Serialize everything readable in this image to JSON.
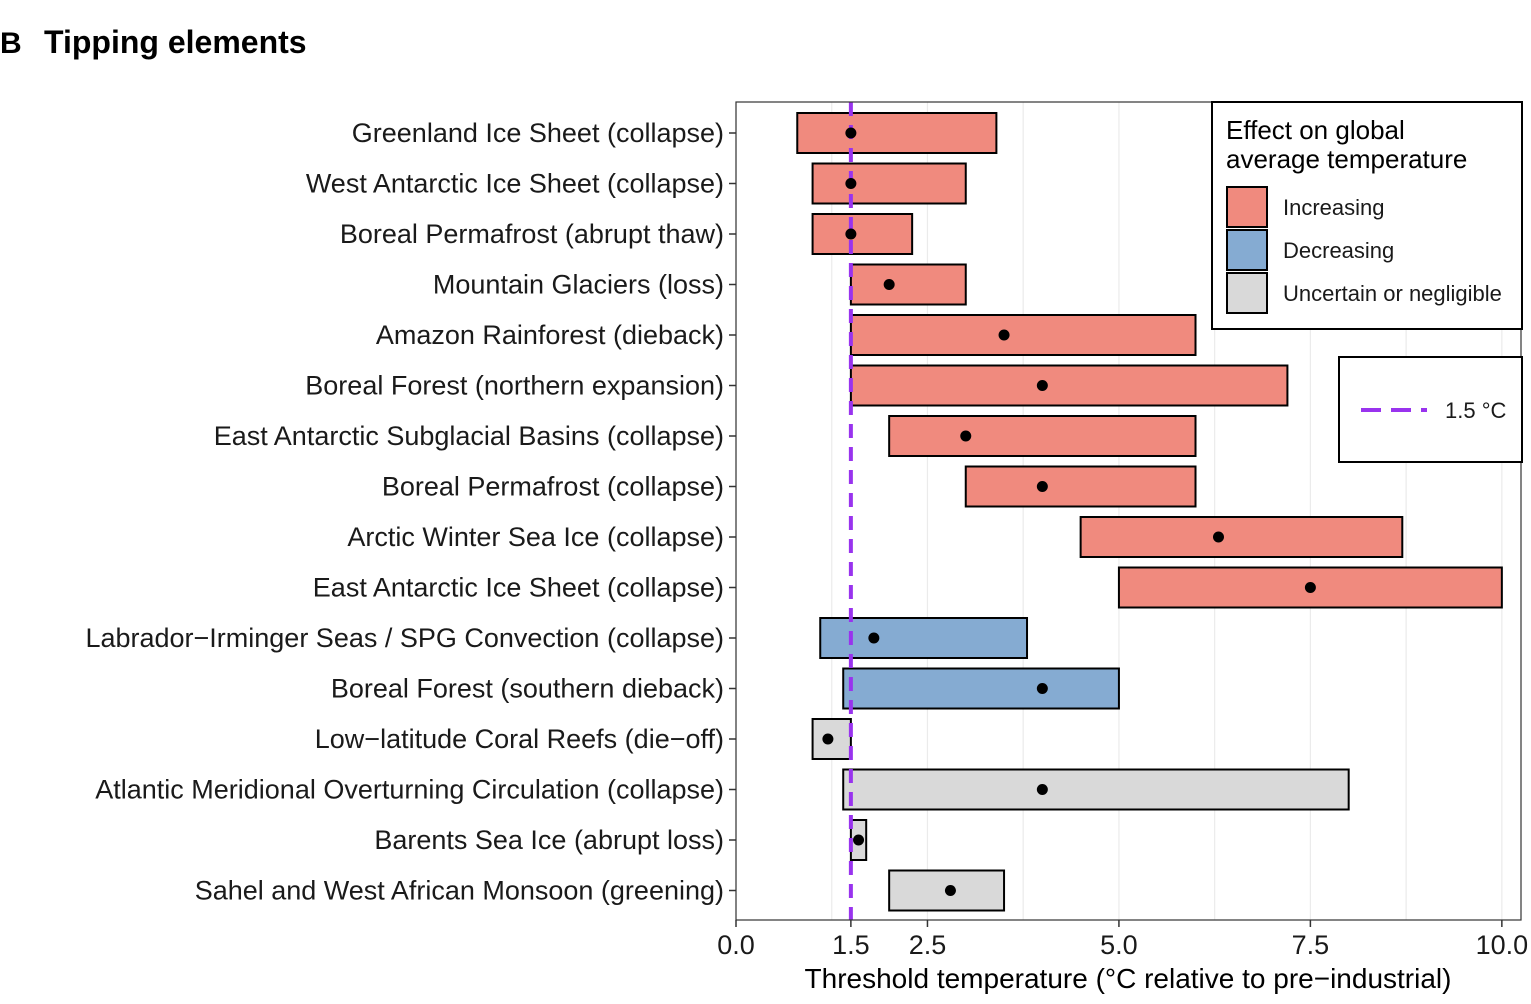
{
  "panel": {
    "letter": "B",
    "title": "Tipping elements"
  },
  "chart_data": {
    "type": "bar",
    "orientation": "horizontal-range",
    "title": "Tipping elements",
    "xlabel": "Threshold temperature (°C relative to pre−industrial)",
    "ylabel": "",
    "xlim": [
      0,
      10.25
    ],
    "xticks": [
      0,
      1.5,
      2.5,
      5,
      7.5,
      10
    ],
    "xtick_labels": [
      "0.0",
      "1.5",
      "2.5",
      "5.0",
      "7.5",
      "10.0"
    ],
    "grid": "vertical",
    "reference_line": {
      "value": 1.5,
      "label": "1.5 °C",
      "color": "#9933ee",
      "style": "dashed"
    },
    "legend": {
      "title": "Effect on global average temperature",
      "title_lines": [
        "Effect on global",
        "average temperature"
      ],
      "placement": "top-right",
      "entries": [
        {
          "key": "increasing",
          "label": "Increasing"
        },
        {
          "key": "decreasing",
          "label": "Decreasing"
        },
        {
          "key": "uncertain",
          "label": "Uncertain or negligible"
        }
      ]
    },
    "colors": {
      "increasing": "#f08a7e",
      "decreasing": "#85abd2",
      "uncertain": "#d9d9d9",
      "point": "#000000",
      "grid": "#ebebeb",
      "axis": "#333333"
    },
    "elements": [
      {
        "name": "Greenland Ice Sheet (collapse)",
        "min": 0.8,
        "max": 3.4,
        "central": 1.5,
        "effect": "increasing"
      },
      {
        "name": "West Antarctic Ice Sheet (collapse)",
        "min": 1.0,
        "max": 3.0,
        "central": 1.5,
        "effect": "increasing"
      },
      {
        "name": "Boreal Permafrost (abrupt thaw)",
        "min": 1.0,
        "max": 2.3,
        "central": 1.5,
        "effect": "increasing"
      },
      {
        "name": "Mountain Glaciers (loss)",
        "min": 1.5,
        "max": 3.0,
        "central": 2.0,
        "effect": "increasing"
      },
      {
        "name": "Amazon Rainforest (dieback)",
        "min": 1.5,
        "max": 6.0,
        "central": 3.5,
        "effect": "increasing"
      },
      {
        "name": "Boreal Forest (northern expansion)",
        "min": 1.5,
        "max": 7.2,
        "central": 4.0,
        "effect": "increasing"
      },
      {
        "name": "East Antarctic Subglacial Basins (collapse)",
        "min": 2.0,
        "max": 6.0,
        "central": 3.0,
        "effect": "increasing"
      },
      {
        "name": "Boreal Permafrost (collapse)",
        "min": 3.0,
        "max": 6.0,
        "central": 4.0,
        "effect": "increasing"
      },
      {
        "name": "Arctic Winter Sea Ice (collapse)",
        "min": 4.5,
        "max": 8.7,
        "central": 6.3,
        "effect": "increasing"
      },
      {
        "name": "East Antarctic Ice Sheet (collapse)",
        "min": 5.0,
        "max": 10.0,
        "central": 7.5,
        "effect": "increasing"
      },
      {
        "name": "Labrador−Irminger Seas / SPG Convection (collapse)",
        "min": 1.1,
        "max": 3.8,
        "central": 1.8,
        "effect": "decreasing"
      },
      {
        "name": "Boreal Forest (southern dieback)",
        "min": 1.4,
        "max": 5.0,
        "central": 4.0,
        "effect": "decreasing"
      },
      {
        "name": "Low−latitude Coral Reefs (die−off)",
        "min": 1.0,
        "max": 1.5,
        "central": 1.2,
        "effect": "uncertain"
      },
      {
        "name": "Atlantic Meridional Overturning Circulation (collapse)",
        "min": 1.4,
        "max": 8.0,
        "central": 4.0,
        "effect": "uncertain"
      },
      {
        "name": "Barents Sea Ice (abrupt loss)",
        "min": 1.5,
        "max": 1.7,
        "central": 1.6,
        "effect": "uncertain"
      },
      {
        "name": "Sahel and West African Monsoon (greening)",
        "min": 2.0,
        "max": 3.5,
        "central": 2.8,
        "effect": "uncertain"
      }
    ]
  }
}
